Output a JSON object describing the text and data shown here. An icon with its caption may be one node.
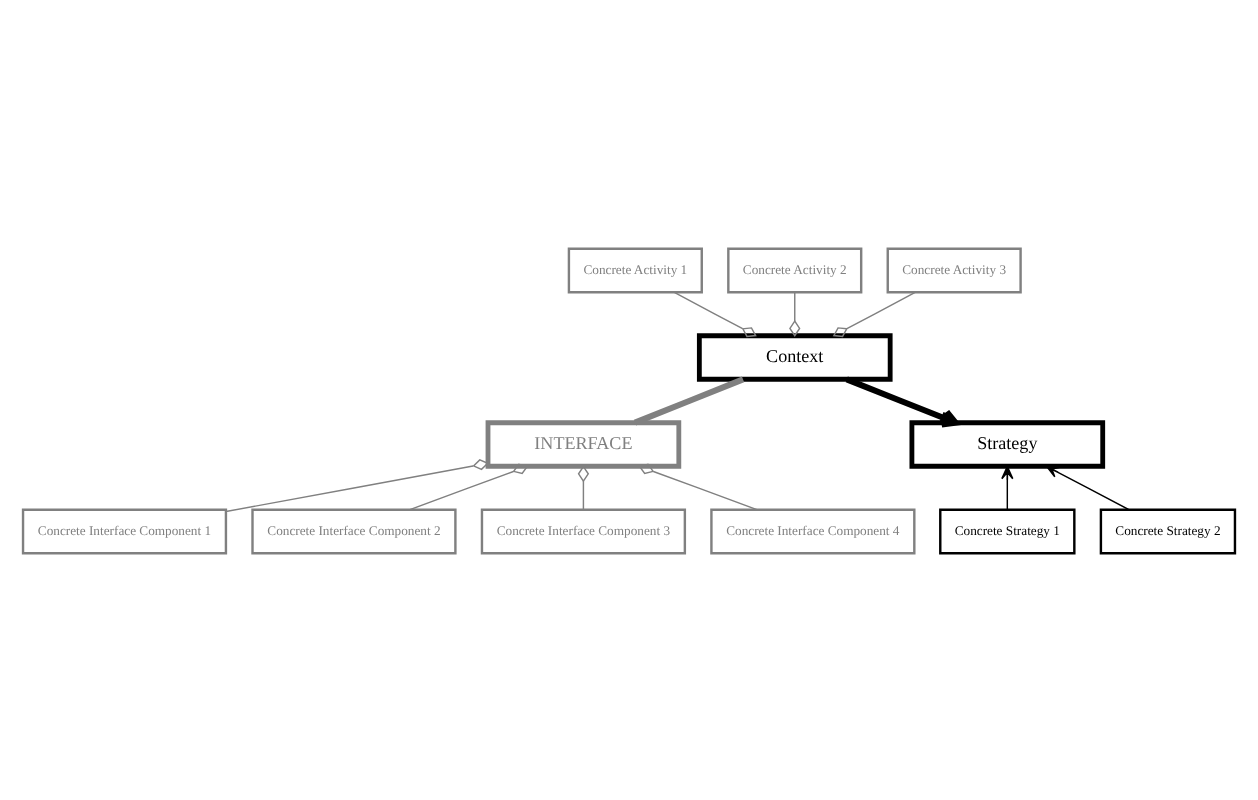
{
  "diagram": {
    "nodes": [
      {
        "text": [
          "Concrete Activity 1"
        ]
      },
      {
        "text": [
          "Concrete Activity 2"
        ]
      },
      {
        "text": [
          "Concrete Activity 3"
        ]
      },
      {
        "text": [
          "Context"
        ]
      },
      {
        "text": [
          "INTERFACE"
        ]
      },
      {
        "text": [
          "Strategy"
        ]
      },
      {
        "text": [
          "Concrete Strategy 1"
        ]
      },
      {
        "text": [
          "Concrete Strategy 2"
        ]
      },
      {
        "text": [
          "Concrete Interface Component 1"
        ]
      },
      {
        "text": [
          "Concrete Interface Component 2"
        ]
      },
      {
        "text": [
          "Concrete Interface Component 3"
        ]
      },
      {
        "text": [
          "Concrete Interface Component 4"
        ]
      }
    ],
    "edges": [
      {
        "from": 0,
        "to": 3,
        "arrow": "other"
      },
      {
        "from": 1,
        "to": 3,
        "arrow": "other"
      },
      {
        "from": 2,
        "to": 3,
        "arrow": "other"
      },
      {
        "from": 3,
        "to": 4,
        "arrow": "none",
        "style": "thick"
      },
      {
        "from": 3,
        "to": 5,
        "arrow": "to",
        "style": "thick",
        "color": "#000000"
      },
      {
        "from": 6,
        "to": 5,
        "arrow": "to",
        "color": "#000000"
      },
      {
        "from": 7,
        "to": 5,
        "arrow": "to",
        "color": "#000000"
      },
      {
        "from": 8,
        "to": 4,
        "arrow": "other"
      },
      {
        "from": 9,
        "to": 4,
        "arrow": "other"
      },
      {
        "from": 10,
        "to": 4,
        "arrow": "other"
      },
      {
        "from": 11,
        "to": 4,
        "arrow": "other"
      }
    ]
  }
}
